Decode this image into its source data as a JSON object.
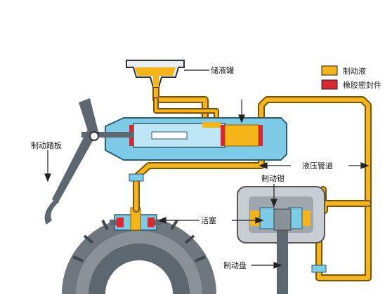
{
  "legend": [
    {
      "label": "制动液",
      "color": "#f5b417"
    },
    {
      "label": "橡胶密封件",
      "color": "#d9282f"
    }
  ],
  "labels": {
    "reservoir": "储液罐",
    "pedal": "制动踏板",
    "hydraulic_line": "液压管道",
    "caliper": "制动钳",
    "piston": "活塞",
    "disc": "制动盘"
  },
  "colors": {
    "fluid": "#f5b417",
    "seal": "#d9282f",
    "cylinder": "#7ecbe8",
    "metal": "#5d6770",
    "drum": "#6e767e"
  }
}
